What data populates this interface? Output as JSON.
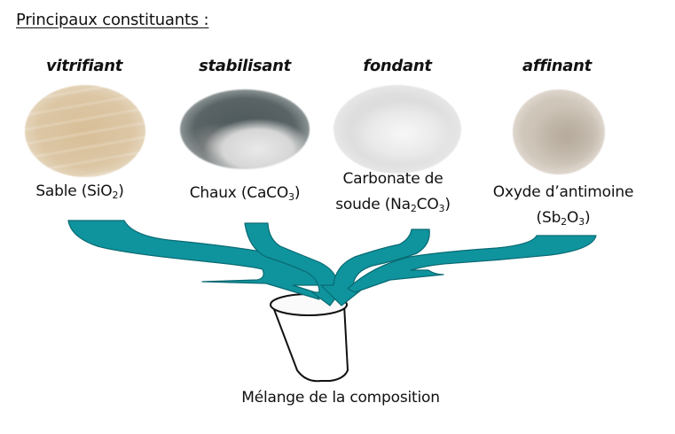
{
  "title": "Principaux constituants :",
  "constituents": [
    {
      "role": "vitrifiant",
      "name_line1": "Sable (SiO",
      "name_sub1": "2",
      "name_tail": ")",
      "image": "sand-photo",
      "color": "#d9c3a0"
    },
    {
      "role": "stabilisant",
      "name_line1": "Chaux (CaCO",
      "name_sub1": "3",
      "name_tail": ")",
      "image": "lime-powder-photo",
      "color": "#cfcfcf"
    },
    {
      "role": "fondant",
      "name_line1": "Carbonate de",
      "name_line2_pre": "soude (Na",
      "name_line2_sub1": "2",
      "name_line2_mid": "CO",
      "name_line2_sub2": "3",
      "name_line2_tail": ")",
      "image": "soda-ash-powder-photo",
      "color": "#e6e6e6"
    },
    {
      "role": "affinant",
      "name_line1": "Oxyde d’antimoine",
      "name_line2_pre": "(Sb",
      "name_line2_sub1": "2",
      "name_line2_mid": "O",
      "name_line2_sub2": "3",
      "name_line2_tail": ")",
      "image": "antimony-oxide-powder-photo",
      "color": "#c9bfb2"
    }
  ],
  "arrows": {
    "fill": "#0f949e",
    "stroke": "#0a6a72",
    "count": 4
  },
  "container": {
    "label": "Mélange de la composition",
    "shape": "cup"
  }
}
